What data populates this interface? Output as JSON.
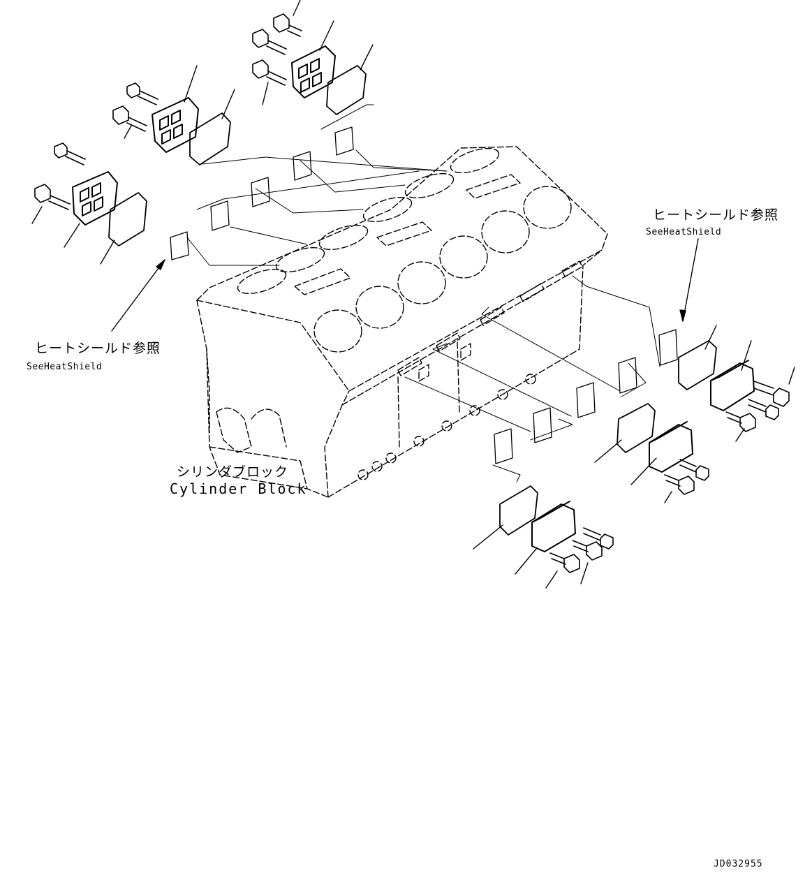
{
  "labels": {
    "heat_shield_left_jp": "ヒートシールド参照",
    "heat_shield_left_en": "SeeHeatShield",
    "heat_shield_right_jp": "ヒートシールド参照",
    "heat_shield_right_en": "SeeHeatShield",
    "cylinder_block_jp": "シリンダブロック",
    "cylinder_block_en": "Cylinder Block",
    "drawing_code": "JD032955"
  }
}
